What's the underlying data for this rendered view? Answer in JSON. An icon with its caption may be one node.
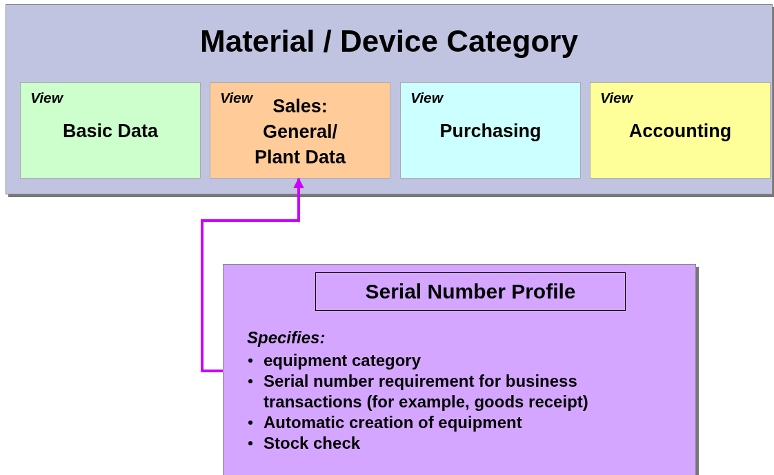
{
  "diagram": {
    "nodes": [
      {
        "text": [
          "Material / Device Category"
        ]
      },
      {
        "text": [
          "View",
          "Basic Data"
        ],
        "in": 0
      },
      {
        "text": [
          "View",
          "Sales: General/ Plant Data"
        ],
        "in": 0
      },
      {
        "text": [
          "View",
          "Purchasing"
        ],
        "in": 0
      },
      {
        "text": [
          "View",
          "Accounting"
        ],
        "in": 0
      },
      {
        "text": [
          "Specifies:",
          "equipment category",
          "Serial number requirement for business transactions (for example, goods receipt)",
          "Automatic creation of equipment",
          "Stock check"
        ]
      },
      {
        "text": [
          "Serial Number Profile"
        ],
        "in": 5
      }
    ],
    "edges": [
      {
        "from": 5,
        "to": 2,
        "arrow": "to",
        "color": "#cc00ff"
      }
    ]
  }
}
